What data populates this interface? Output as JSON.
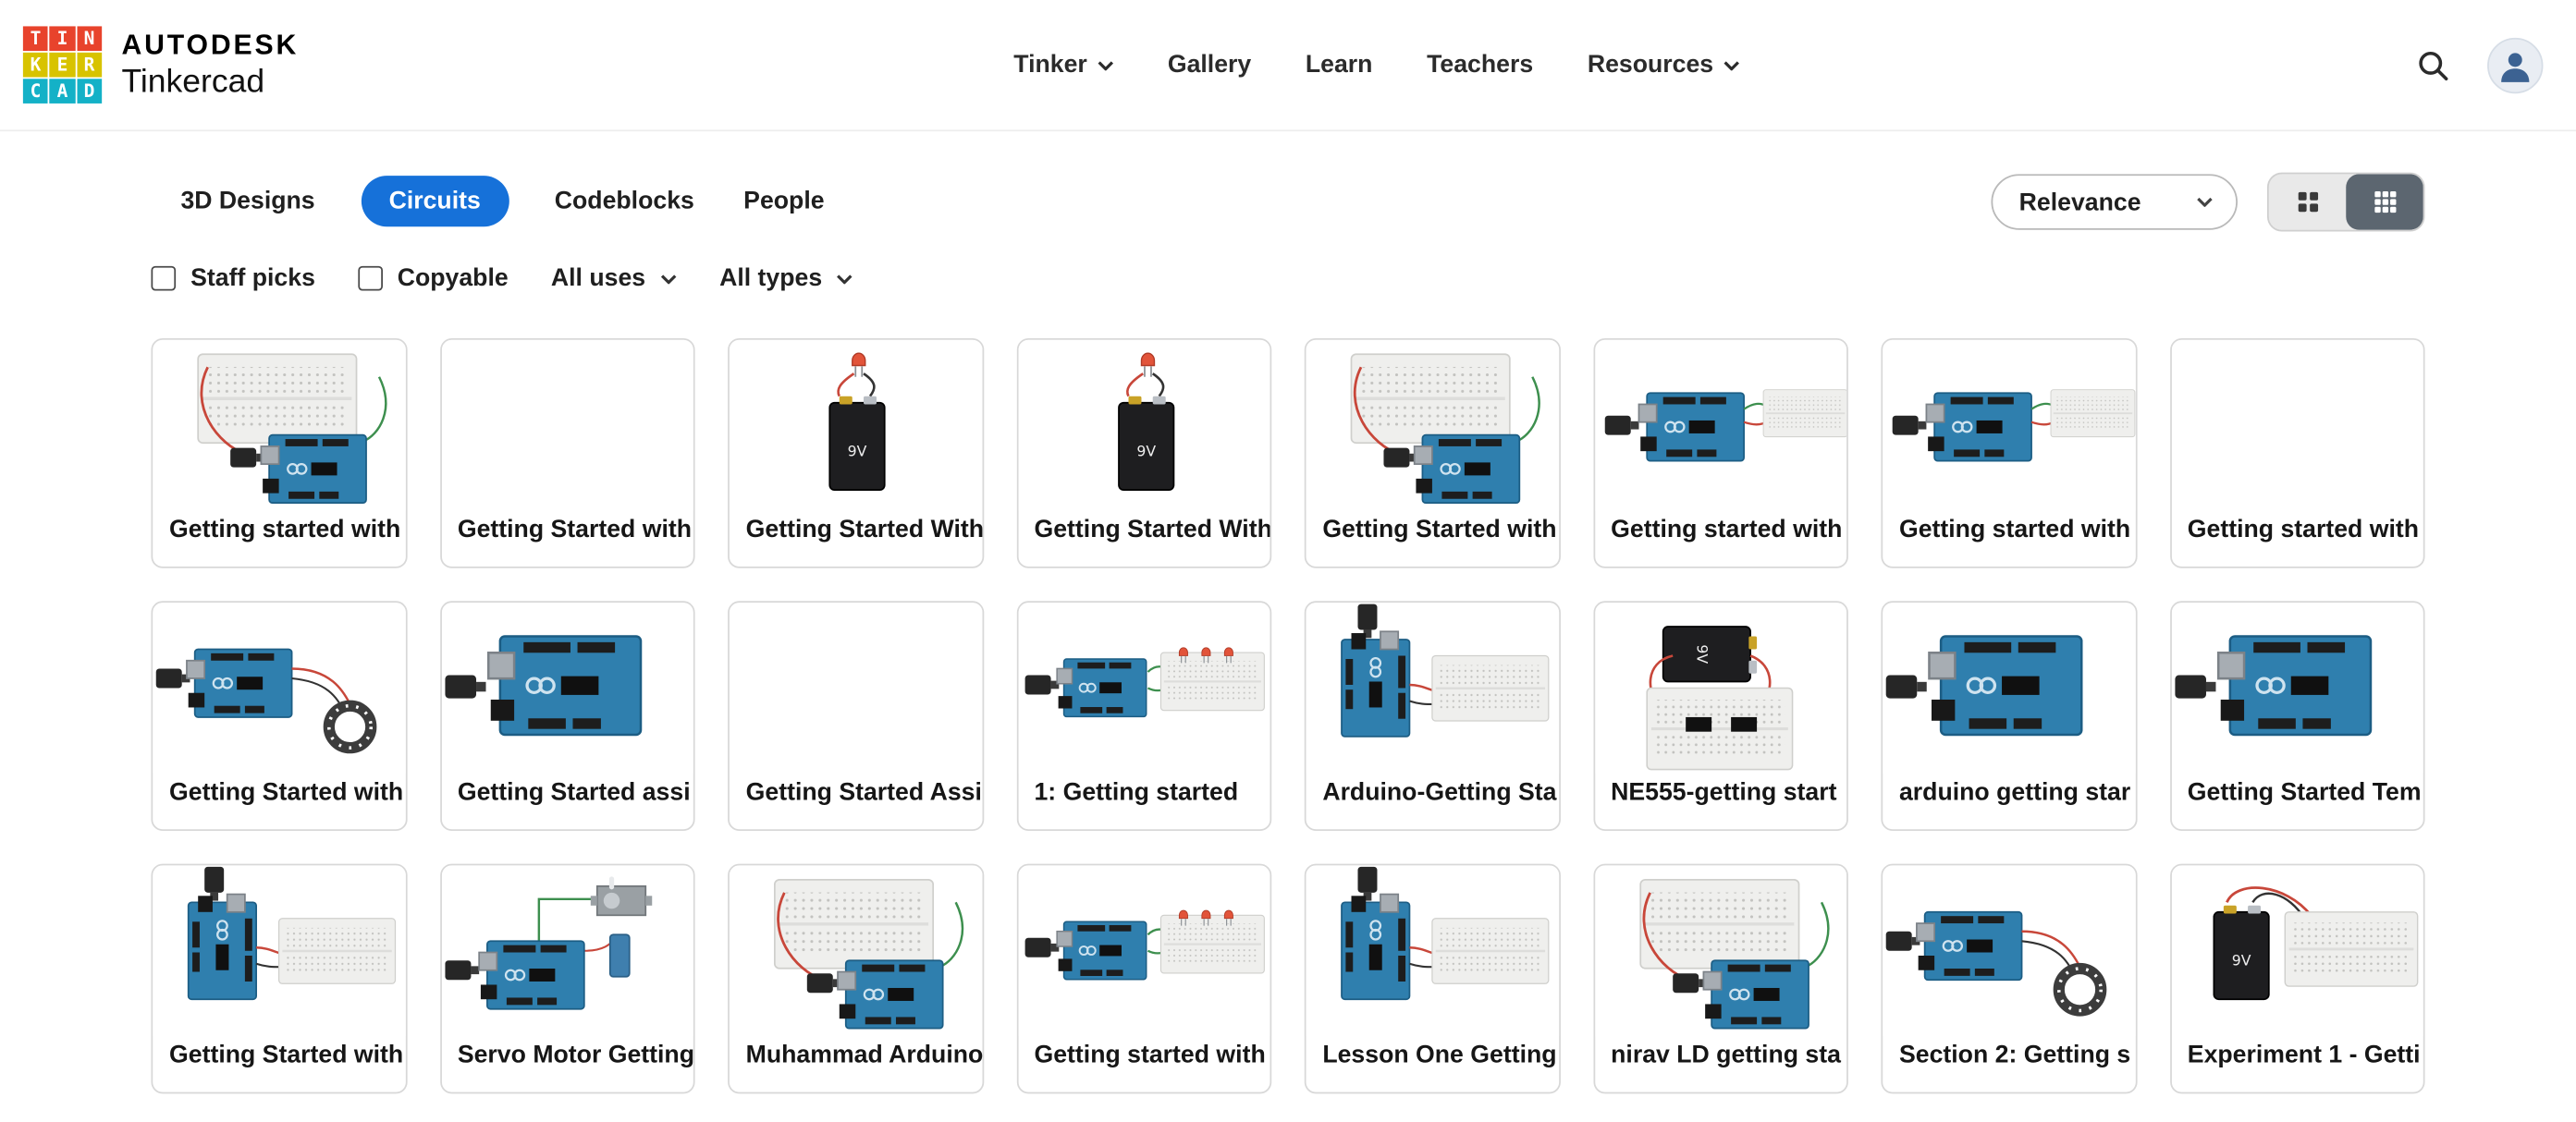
{
  "header": {
    "logo": {
      "cells": [
        "T",
        "I",
        "N",
        "K",
        "E",
        "R",
        "C",
        "A",
        "D"
      ]
    },
    "brand_line1": "AUTODESK",
    "brand_line2": "Tinkercad",
    "nav": [
      {
        "label": "Tinker",
        "has_dropdown": true
      },
      {
        "label": "Gallery",
        "has_dropdown": false
      },
      {
        "label": "Learn",
        "has_dropdown": false
      },
      {
        "label": "Teachers",
        "has_dropdown": false
      },
      {
        "label": "Resources",
        "has_dropdown": true
      }
    ]
  },
  "tabs": [
    {
      "label": "3D Designs",
      "active": false
    },
    {
      "label": "Circuits",
      "active": true
    },
    {
      "label": "Codeblocks",
      "active": false
    },
    {
      "label": "People",
      "active": false
    }
  ],
  "sort": {
    "selected": "Relevance"
  },
  "view_toggle": {
    "active": "grid-large"
  },
  "filters": {
    "staff_picks_label": "Staff picks",
    "staff_picks_checked": false,
    "copyable_label": "Copyable",
    "copyable_checked": false,
    "uses_label": "All uses",
    "types_label": "All types"
  },
  "icons": {
    "battery_label": "9V"
  },
  "colors": {
    "accent_blue": "#1671d9",
    "logo_red": "#e8432c",
    "logo_yellow": "#d8c300",
    "logo_teal": "#14b1c7",
    "toggle_active": "#5c6670"
  },
  "cards": [
    {
      "title": "Getting started with",
      "thumb": "bb-over-ard"
    },
    {
      "title": "Getting Started with",
      "thumb": "blank"
    },
    {
      "title": "Getting Started With",
      "thumb": "battery-led"
    },
    {
      "title": "Getting Started With",
      "thumb": "battery-led"
    },
    {
      "title": "Getting Started with",
      "thumb": "bb-over-ard"
    },
    {
      "title": "Getting started with",
      "thumb": "ard-bb"
    },
    {
      "title": "Getting started with",
      "thumb": "ard-bb"
    },
    {
      "title": "Getting started with",
      "thumb": "blank"
    },
    {
      "title": "Getting Started with",
      "thumb": "ard-ring"
    },
    {
      "title": "Getting Started assi",
      "thumb": "ard"
    },
    {
      "title": "Getting Started Assi",
      "thumb": "blank"
    },
    {
      "title": "1: Getting started",
      "thumb": "ard-bb-leds"
    },
    {
      "title": "Arduino-Getting Sta",
      "thumb": "vert-ard-bb"
    },
    {
      "title": "NE555-getting start",
      "thumb": "ne555"
    },
    {
      "title": "arduino getting star",
      "thumb": "ard"
    },
    {
      "title": "Getting Started Tem",
      "thumb": "ard"
    },
    {
      "title": "Getting Started with",
      "thumb": "vert-ard-bb"
    },
    {
      "title": "Servo Motor Getting",
      "thumb": "ard-servo"
    },
    {
      "title": "Muhammad Arduino",
      "thumb": "bb-over-ard"
    },
    {
      "title": "Getting started with",
      "thumb": "ard-bb-leds"
    },
    {
      "title": "Lesson One Getting",
      "thumb": "vert-ard-bb"
    },
    {
      "title": "nirav LD getting sta",
      "thumb": "bb-over-ard"
    },
    {
      "title": "Section 2: Getting s",
      "thumb": "ard-ring"
    },
    {
      "title": "Experiment 1 - Getti",
      "thumb": "batt-bb"
    }
  ]
}
